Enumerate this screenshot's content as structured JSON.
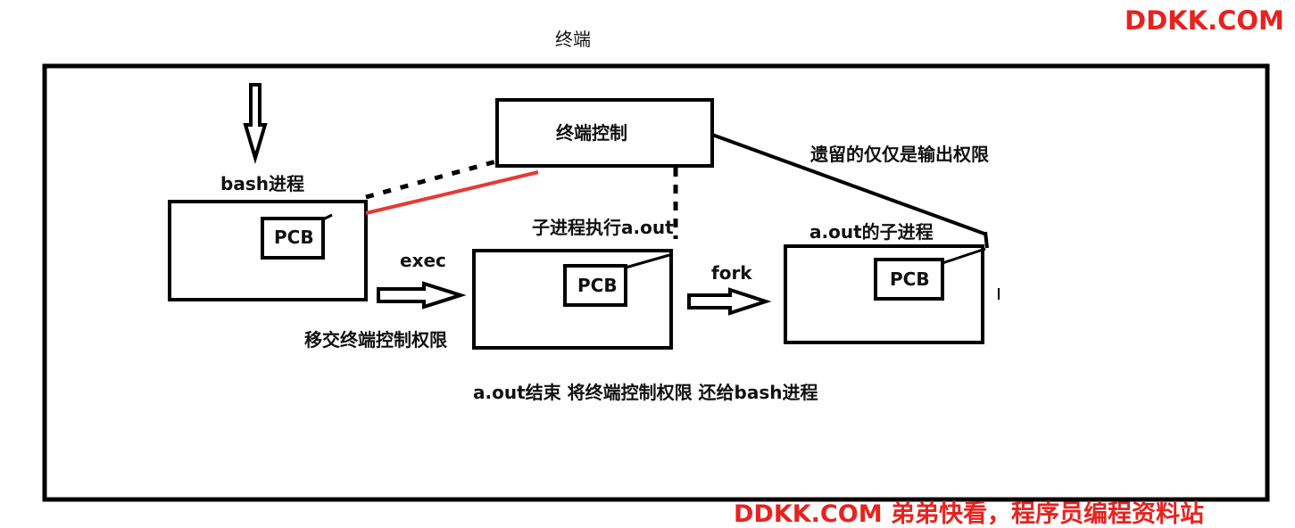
{
  "watermark_top": "DDKK.COM",
  "watermark_bottom": "DDKK.COM 弟弟快看，程序员编程资料站",
  "outer_title": "终端",
  "terminal_control": "终端控制",
  "remaining_note": "遗留的仅仅是输出权限",
  "bash_process": {
    "title": "bash进程",
    "pcb": "PCB"
  },
  "child_process": {
    "title": "子进程执行a.out",
    "pcb": "PCB"
  },
  "grandchild_process": {
    "title": "a.out的子进程",
    "pcb": "PCB"
  },
  "exec_label": "exec",
  "transfer_label": "移交终端控制权限",
  "fork_label": "fork",
  "end_note": "a.out结束 将终端控制权限 还给bash进程",
  "colors": {
    "watermark": "#e8221f",
    "ink": "#000000",
    "active_link": "#e53a35"
  }
}
